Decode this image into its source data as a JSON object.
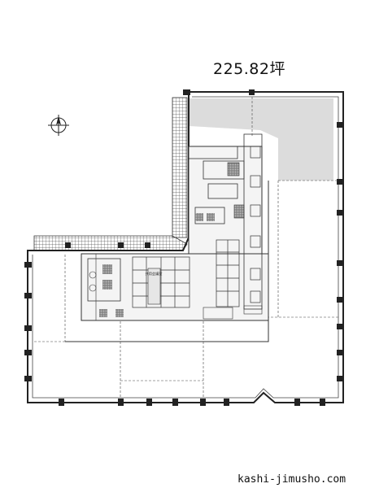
{
  "plan": {
    "area_label": "225.82坪",
    "core_room_label": "共用会議室",
    "footer_site": "kashi-jimusho.com",
    "compass_symbol": "north-arrow-icon"
  },
  "colors": {
    "line": "#222222",
    "wall": "#333333",
    "highlight_fill": "#dcdcdc",
    "core_fill": "#f4f4f4",
    "hatch": "#555555"
  }
}
